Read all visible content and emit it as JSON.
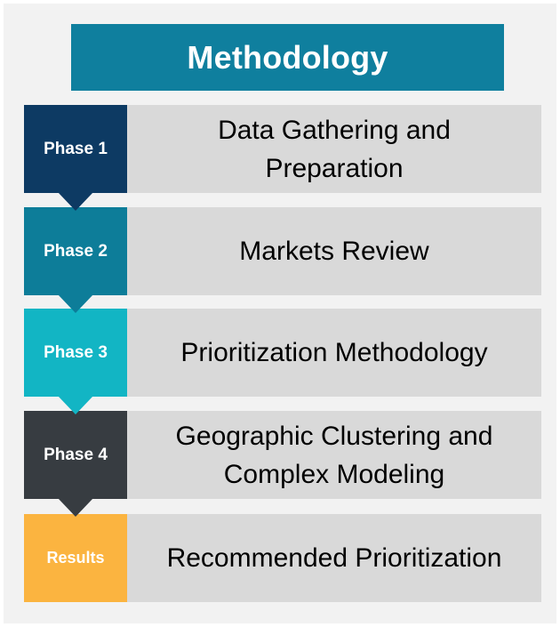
{
  "title": "Methodology",
  "phases": [
    {
      "tab": "Phase 1",
      "lines": [
        "Data Gathering and",
        "Preparation"
      ],
      "color": "#0d3a63"
    },
    {
      "tab": "Phase 2",
      "lines": [
        "Markets Review"
      ],
      "color": "#0d7d99"
    },
    {
      "tab": "Phase 3",
      "lines": [
        "Prioritization Methodology"
      ],
      "color": "#12b5c4"
    },
    {
      "tab": "Phase 4",
      "lines": [
        "Geographic Clustering and",
        "Complex Modeling"
      ],
      "color": "#373c41"
    },
    {
      "tab": "Results",
      "lines": [
        "Recommended Prioritization"
      ],
      "color": "#fbb440"
    }
  ],
  "colors": {
    "title_bg": "#0f7f9e",
    "panel_bg": "#f2f2f2",
    "desc_bg": "#d9d9d9"
  }
}
